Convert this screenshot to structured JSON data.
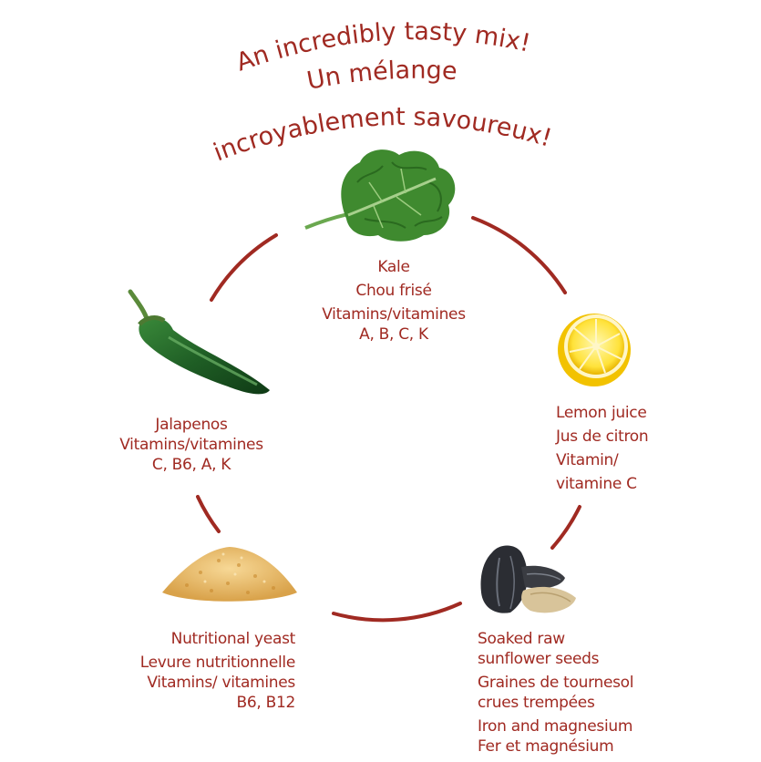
{
  "colors": {
    "accent": "#a02a22",
    "background": "#ffffff"
  },
  "title": {
    "line1": "An incredibly tasty mix!",
    "line2": "Un mélange",
    "line3": "incroyablement savoureux!"
  },
  "ingredients": {
    "kale": {
      "icon": "kale-leaf-icon",
      "name_en": "Kale",
      "name_fr": "Chou frisé",
      "vitamins_label": "Vitamins/vitamines",
      "vitamins": "A, B, C, K"
    },
    "lemon": {
      "icon": "lemon-half-icon",
      "name_en": "Lemon juice",
      "name_fr": "Jus de citron",
      "vitamins_label": "Vitamin/",
      "vitamins": "vitamine C"
    },
    "seeds": {
      "icon": "sunflower-seeds-icon",
      "name_en_1": "Soaked raw",
      "name_en_2": "sunflower seeds",
      "name_fr_1": "Graines de tournesol",
      "name_fr_2": "crues trempées",
      "minerals_en": "Iron and magnesium",
      "minerals_fr": "Fer et magnésium"
    },
    "yeast": {
      "icon": "nutritional-yeast-icon",
      "name_en": "Nutritional yeast",
      "name_fr": "Levure nutritionnelle",
      "vitamins_label": "Vitamins/ vitamines",
      "vitamins": "B6, B12"
    },
    "jalapeno": {
      "icon": "jalapeno-pepper-icon",
      "name_en": "Jalapenos",
      "vitamins_label": "Vitamins/vitamines",
      "vitamins": "C, B6, A, K"
    }
  }
}
